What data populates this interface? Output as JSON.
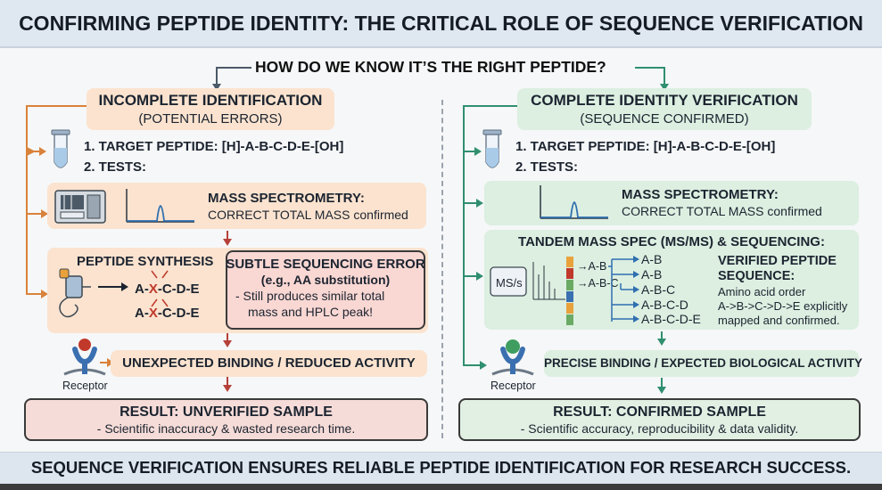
{
  "title": "CONFIRMING PEPTIDE IDENTITY: THE CRITICAL ROLE OF SEQUENCE VERIFICATION",
  "question": "HOW DO WE KNOW IT’S THE RIGHT PEPTIDE?",
  "footer": "SEQUENCE VERIFICATION ENSURES RELIABLE PEPTIDE IDENTIFICATION FOR RESEARCH SUCCESS.",
  "colors": {
    "orange_accent": "#d9823b",
    "green_accent": "#2f8f6f",
    "red_accent": "#c0392b",
    "blue_accent": "#3a6fb0"
  },
  "left": {
    "header_title": "INCOMPLETE IDENTIFICATION",
    "header_subtitle": "(POTENTIAL ERRORS)",
    "target": "1. TARGET PEPTIDE: [H]-A-B-C-D-E-[OH]",
    "tests": "2. TESTS:",
    "mass_spec_title": "MASS SPECTROMETRY:",
    "mass_spec_text": "CORRECT TOTAL MASS confirmed",
    "synthesis_title": "PEPTIDE SYNTHESIS",
    "seq_top": [
      "A-",
      "X",
      "-C-D-E"
    ],
    "seq_bottom": [
      "A-",
      "X",
      "-C-D-E"
    ],
    "error_title": "SUBTLE SEQUENCING ERROR",
    "error_subtitle": "(e.g., AA substitution)",
    "error_text_1": "- Still produces similar total",
    "error_text_2": "mass and HPLC peak!",
    "binding": "UNEXPECTED BINDING / REDUCED ACTIVITY",
    "receptor_label": "Receptor",
    "result_title": "RESULT: UNVERIFIED SAMPLE",
    "result_text": "- Scientific inaccuracy & wasted research time."
  },
  "right": {
    "header_title": "COMPLETE IDENTITY VERIFICATION",
    "header_subtitle": "(SEQUENCE CONFIRMED)",
    "target": "1. TARGET PEPTIDE: [H]-A-B-C-D-E-[OH]",
    "tests": "2. TESTS:",
    "mass_spec_title": "MASS SPECTROMETRY:",
    "mass_spec_text": "CORRECT TOTAL MASS confirmed",
    "tandem_title": "TANDEM MASS SPEC (MS/MS) & SEQUENCING:",
    "ms_label": "MS/s",
    "fragments_mid": [
      "→A-B",
      "→A-B-C"
    ],
    "fragments": [
      "A-B",
      "A-B",
      "A-B-C",
      "A-B-C-D",
      "A-B-C-D-E"
    ],
    "verified_title_1": "VERIFIED PEPTIDE",
    "verified_title_2": "SEQUENCE:",
    "verified_text_1": "Amino acid order",
    "verified_text_2": "A->B->C->D->E explicitly",
    "verified_text_3": "mapped and confirmed.",
    "binding": "PRECISE BINDING / EXPECTED BIOLOGICAL ACTIVITY",
    "receptor_label": "Receptor",
    "result_title": "RESULT: CONFIRMED SAMPLE",
    "result_text": "- Scientific accuracy, reproducibility & data validity."
  }
}
